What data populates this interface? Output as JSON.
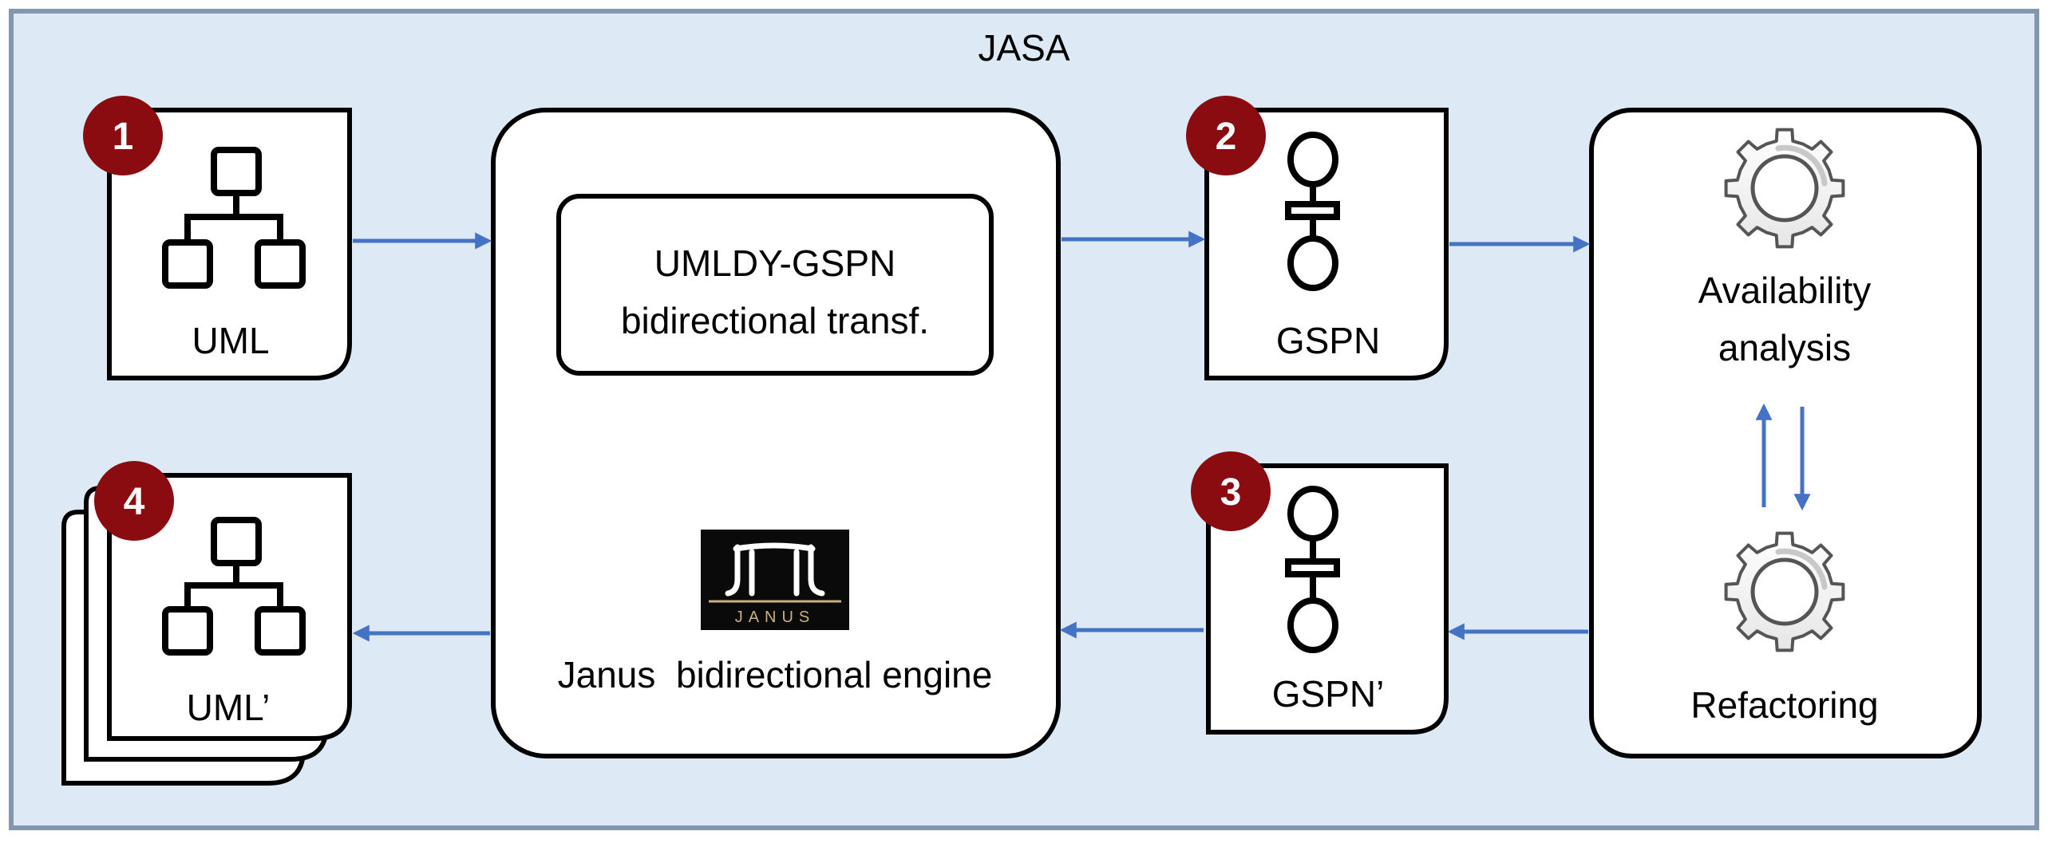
{
  "container": {
    "title": "JASA"
  },
  "uml": {
    "badge": "1",
    "label": "UML"
  },
  "uml_prime": {
    "badge": "4",
    "label": "UML’"
  },
  "engine": {
    "inner_line1": "UMLDY-GSPN",
    "inner_line2": "bidirectional transf.",
    "logo_text": "JANUS",
    "caption": "Janus  bidirectional engine"
  },
  "gspn": {
    "badge": "2",
    "label": "GSPN"
  },
  "gspn_prime": {
    "badge": "3",
    "label": "GSPN’"
  },
  "analysis": {
    "line1": "Availability",
    "line2": "analysis",
    "refactoring": "Refactoring"
  },
  "icons": {
    "uml": "hierarchy-tree-icon",
    "gspn": "petri-net-icon",
    "analysis": "gear-icon",
    "refactoring": "gear-icon",
    "logo": "janus-logo"
  },
  "colors": {
    "background": "#dde9f5",
    "border": "#8497b0",
    "arrow": "#4472c4",
    "badge": "#8b0c10",
    "logo_bg": "#0a0a0a",
    "logo_gold": "#c9b27a"
  }
}
